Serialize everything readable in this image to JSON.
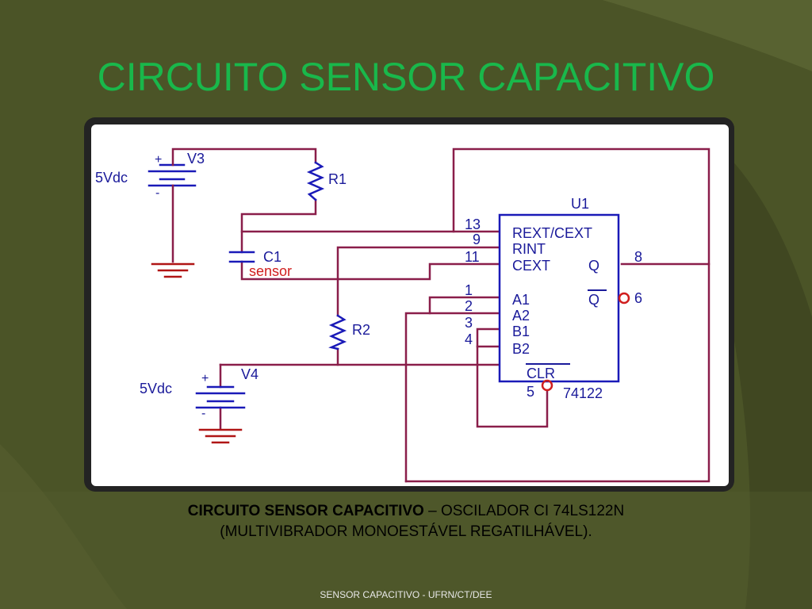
{
  "slide": {
    "title": "CIRCUITO SENSOR CAPACITIVO",
    "caption_bold": "CIRCUITO SENSOR CAPACITIVO",
    "caption_rest": " – OSCILADOR CI 74LS122N",
    "caption_line2": "(MULTIVIBRADOR MONOESTÁVEL REGATILHÁVEL).",
    "footer": "SENSOR CAPACITIVO - UFRN/CT/DEE"
  },
  "circuit": {
    "v3_label": "V3",
    "v3_value": "5Vdc",
    "v4_label": "V4",
    "v4_value": "5Vdc",
    "plus": "+",
    "minus": "-",
    "r1_label": "R1",
    "r2_label": "R2",
    "c1_label": "C1",
    "c1_sub": "sensor",
    "u1_label": "U1",
    "u1_part": "74122",
    "pins": {
      "p13": "13",
      "p9": "9",
      "p11": "11",
      "p1": "1",
      "p2": "2",
      "p3": "3",
      "p4": "4",
      "p5": "5",
      "p8": "8",
      "p6": "6"
    },
    "ic_pins": {
      "rext": "REXT/CEXT",
      "rint": "RINT",
      "cext": "CEXT",
      "q": "Q",
      "qbar": "Q",
      "a1": "A1",
      "a2": "A2",
      "b1": "B1",
      "b2": "B2",
      "clr": "CLR"
    },
    "colors": {
      "wire": "#8a1e4a",
      "component": "#b01515",
      "body": "#1a1ab8",
      "text": "#1a1a9a",
      "sensor": "#d01e1e"
    }
  }
}
